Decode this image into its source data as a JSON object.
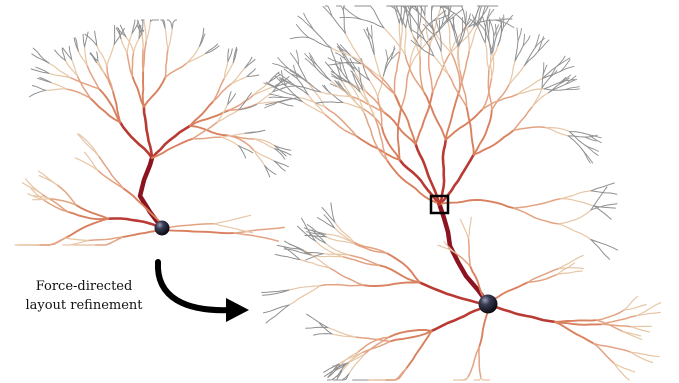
{
  "caption": {
    "line1": "Force-directed",
    "line2": "layout refinement"
  },
  "colors": {
    "trunk": "#8c1420",
    "branch_warm": "#d9805e",
    "branch_light": "#e7c6a6",
    "branch_gray": "#8f8f8f",
    "soma": "#15151f",
    "arrow": "#000000",
    "highlight_box": "#000000"
  },
  "icons": {
    "soma": "sphere-node",
    "transition": "curved-arrow-right",
    "focus": "square-highlight"
  }
}
